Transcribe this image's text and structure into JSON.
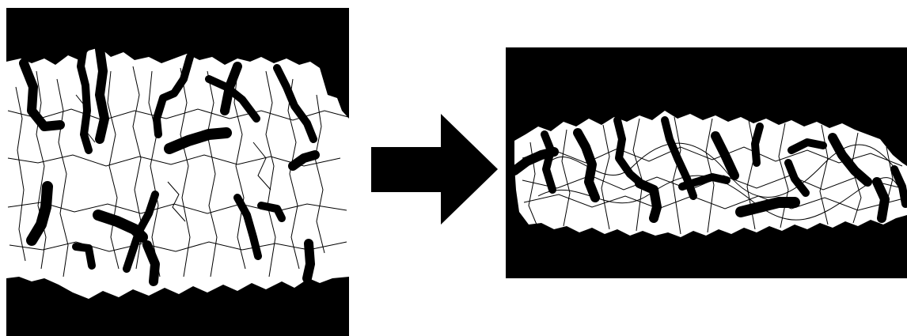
{
  "figure": {
    "panels": [
      {
        "state": "before",
        "description_free": true
      },
      {
        "state": "after",
        "description_free": true
      }
    ],
    "arrow_direction": "right",
    "colors": {
      "fill": "#000000",
      "background": "#ffffff",
      "crack": "#000000"
    }
  }
}
